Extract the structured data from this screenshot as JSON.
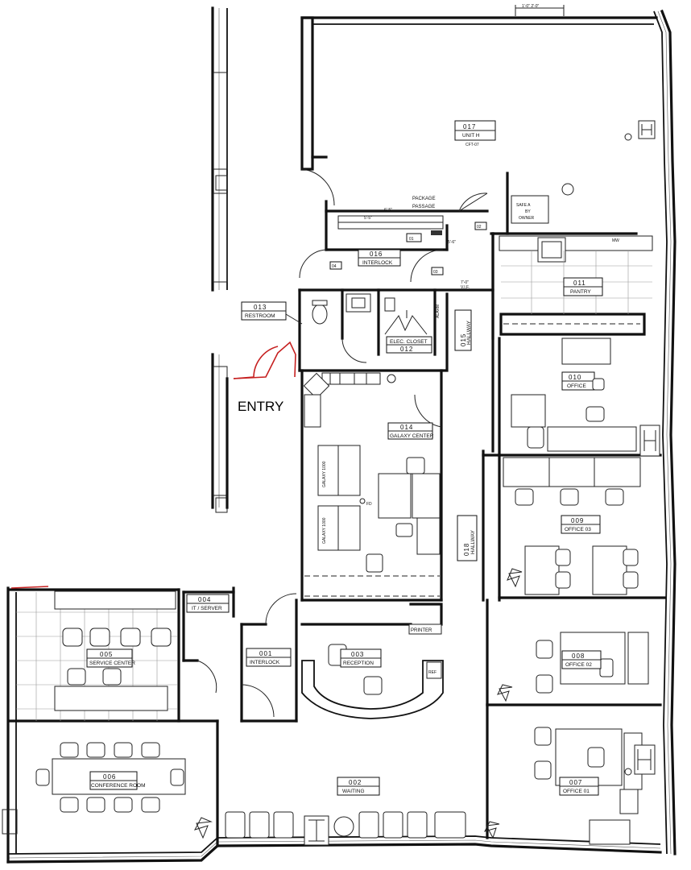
{
  "entry_label": "ENTRY",
  "rooms": [
    {
      "num": "017",
      "name": "UNIT H",
      "sub": "CFT-07"
    },
    {
      "num": "016",
      "name": "INTERLOCK"
    },
    {
      "num": "013",
      "name": "RESTROOM"
    },
    {
      "num": "012",
      "name": "ELEC. CLOSET"
    },
    {
      "num": "011",
      "name": "PANTRY"
    },
    {
      "num": "014",
      "name": "GALAXY CENTER"
    },
    {
      "num": "010",
      "name": "OFFICE"
    },
    {
      "num": "009",
      "name": "OFFICE 03"
    },
    {
      "num": "008",
      "name": "OFFICE 02"
    },
    {
      "num": "007",
      "name": "OFFICE 01"
    },
    {
      "num": "004",
      "name": "IT / SERVER"
    },
    {
      "num": "005",
      "name": "SERVICE CENTER"
    },
    {
      "num": "001",
      "name": "INTERLOCK"
    },
    {
      "num": "003",
      "name": "RECEPTION"
    },
    {
      "num": "006",
      "name": "CONFERENCE ROOM"
    },
    {
      "num": "002",
      "name": "WAITING"
    }
  ],
  "hallways": [
    {
      "num": "015",
      "name": "HALLWAY"
    },
    {
      "num": "018",
      "name": "HALLWAY"
    }
  ],
  "notes": {
    "package_passage": [
      "PACKAGE",
      "PASSAGE"
    ],
    "safe": [
      "SAFE A",
      "BY",
      "OWNER"
    ],
    "printer": "PRINTER",
    "ref": "REF",
    "dim_top": "1'-0\"  2'-0\"",
    "dim_passage": "6'-5\"",
    "dim_passage2": "5'-5\"",
    "dim_vif": [
      "7'-0\"",
      "V.I.F."
    ],
    "dim_hall": "5'-6\"",
    "alarm": "ALARM",
    "mw": "MW",
    "door_tags": [
      "01",
      "02",
      "03",
      "04"
    ],
    "galaxy_units": [
      "GALAXY 1000",
      "GALAXY 1000"
    ],
    "fd": "FD"
  }
}
